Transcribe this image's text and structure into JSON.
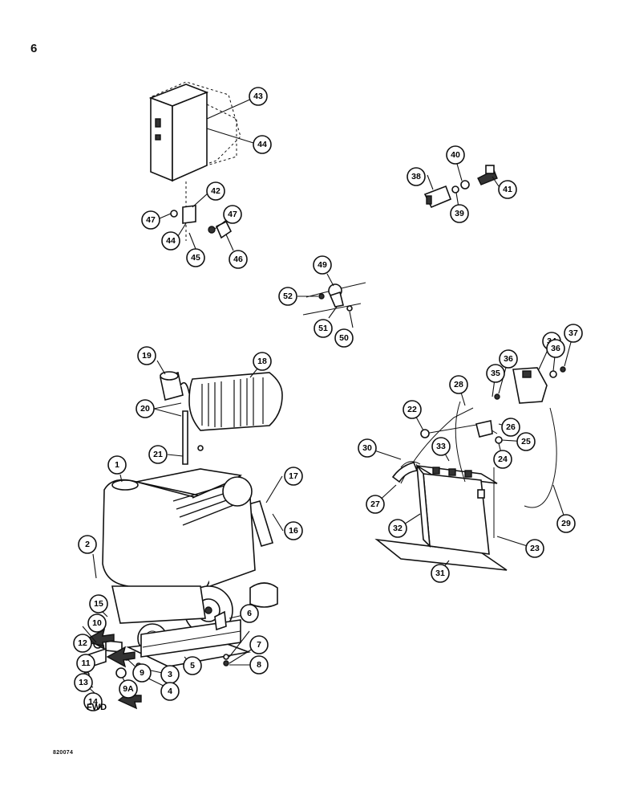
{
  "header": {
    "page_number": "6"
  },
  "footer": {
    "drawing_code": "820074"
  },
  "labels": {
    "forward_arrow": "FWD"
  },
  "callouts": [
    "1",
    "2",
    "3",
    "4",
    "5",
    "6",
    "7",
    "8",
    "9",
    "9A",
    "10",
    "11",
    "12",
    "13",
    "14",
    "15",
    "16",
    "17",
    "18",
    "19",
    "20",
    "21",
    "22",
    "23",
    "24",
    "25",
    "26",
    "27",
    "28",
    "29",
    "30",
    "31",
    "32",
    "33",
    "34",
    "35",
    "36",
    "36",
    "37",
    "38",
    "39",
    "40",
    "41",
    "42",
    "43",
    "44",
    "44",
    "45",
    "46",
    "47",
    "47",
    "49",
    "50",
    "51",
    "52"
  ]
}
